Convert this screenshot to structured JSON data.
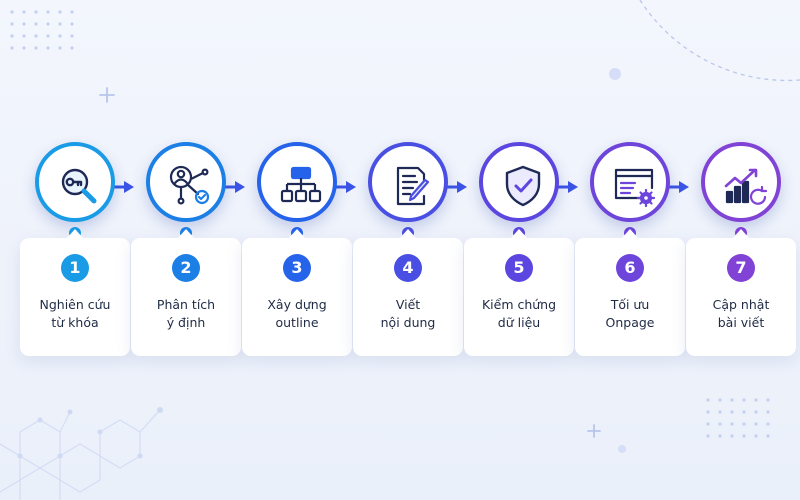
{
  "palette": {
    "step_colors": [
      "#1a9be6",
      "#1c7fe6",
      "#2563eb",
      "#4a4fe3",
      "#5b46e0",
      "#6d45db",
      "#8143d5"
    ],
    "arrow": "#3b54e6",
    "decor": "#c7d3f2"
  },
  "steps": [
    {
      "number": "1",
      "line1": "Nghiên cứu",
      "line2": "từ khóa",
      "icon": "search-key-icon"
    },
    {
      "number": "2",
      "line1": "Phân tích",
      "line2": "ý định",
      "icon": "user-intent-icon"
    },
    {
      "number": "3",
      "line1": "Xây dựng",
      "line2": "outline",
      "icon": "sitemap-icon"
    },
    {
      "number": "4",
      "line1": "Viết",
      "line2": "nội dung",
      "icon": "document-pen-icon"
    },
    {
      "number": "5",
      "line1": "Kiểm chứng",
      "line2": "dữ liệu",
      "icon": "shield-check-icon"
    },
    {
      "number": "6",
      "line1": "Tối ưu",
      "line2": "Onpage",
      "icon": "browser-gear-icon"
    },
    {
      "number": "7",
      "line1": "Cập nhật",
      "line2": "bài viết",
      "icon": "chart-refresh-icon"
    }
  ]
}
